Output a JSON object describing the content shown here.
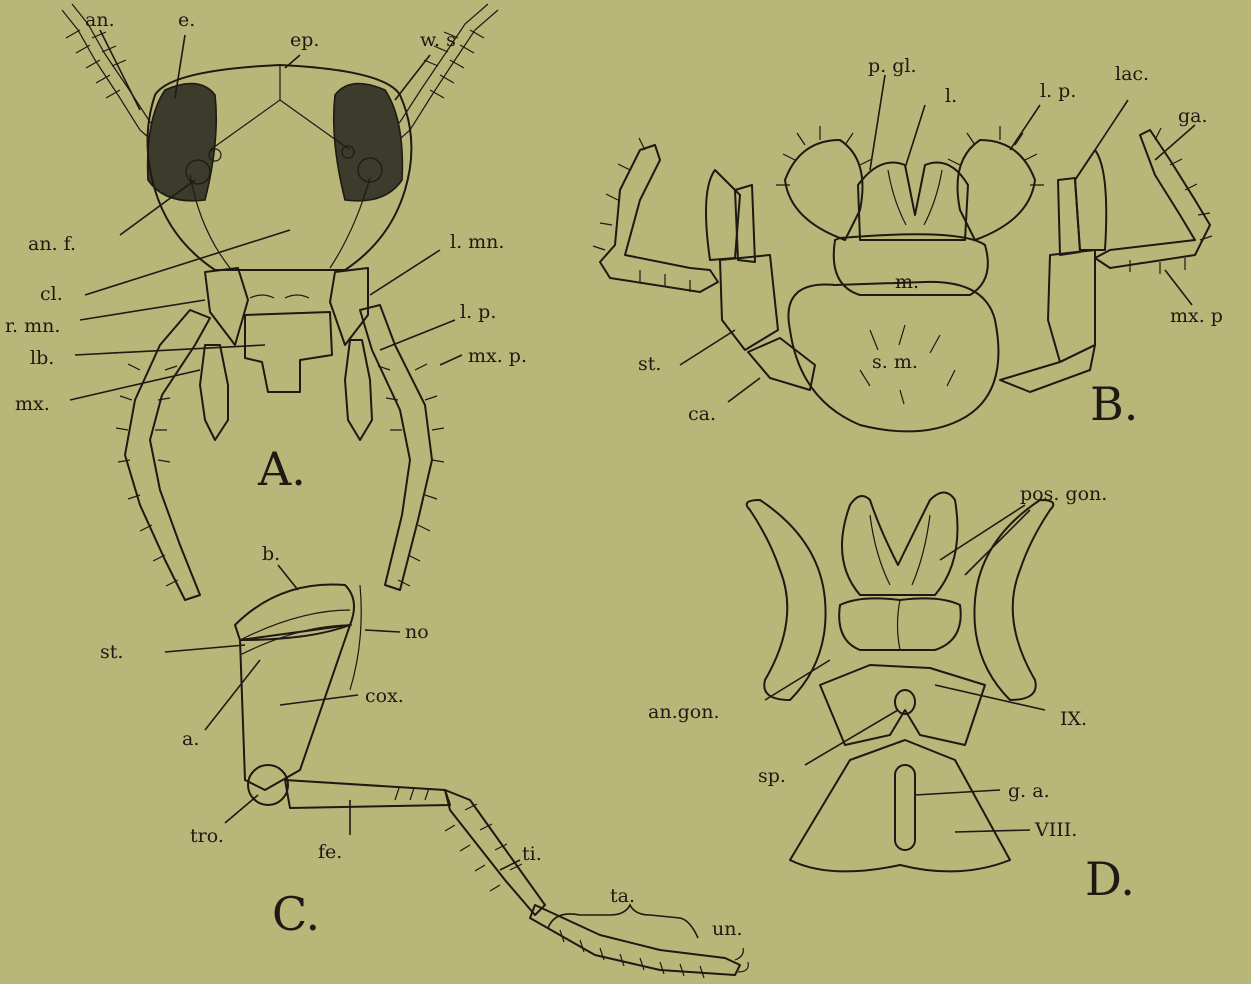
{
  "figure": {
    "panels": {
      "A": {
        "letter": "A.",
        "labels": {
          "an": "an.",
          "e": "e.",
          "ep": "ep.",
          "ws": "w. s",
          "anf": "an. f.",
          "cl": "cl.",
          "lmn": "l. mn.",
          "rmn": "r. mn.",
          "lp": "l. p.",
          "lb": "lb.",
          "mxp": "mx. p.",
          "mx": "mx."
        }
      },
      "B": {
        "letter": "B.",
        "labels": {
          "pgl": "p. gl.",
          "l": "l.",
          "lp": "l. p.",
          "lac": "lac.",
          "ga": "ga.",
          "m": "m.",
          "mxp": "mx. p",
          "st": "st.",
          "sm": "s. m.",
          "ca": "ca."
        }
      },
      "C": {
        "letter": "C.",
        "labels": {
          "b": "b.",
          "st": "st.",
          "no": "no",
          "cox": "cox.",
          "a": "a.",
          "tro": "tro.",
          "fe": "fe.",
          "ti": "ti.",
          "ta": "ta.",
          "un": "un."
        }
      },
      "D": {
        "letter": "D.",
        "labels": {
          "posgon": "pos. gon.",
          "angon": "an.gon.",
          "ix": "IX.",
          "sp": "sp.",
          "ga": "g. a.",
          "viii": "VIII."
        }
      }
    }
  }
}
